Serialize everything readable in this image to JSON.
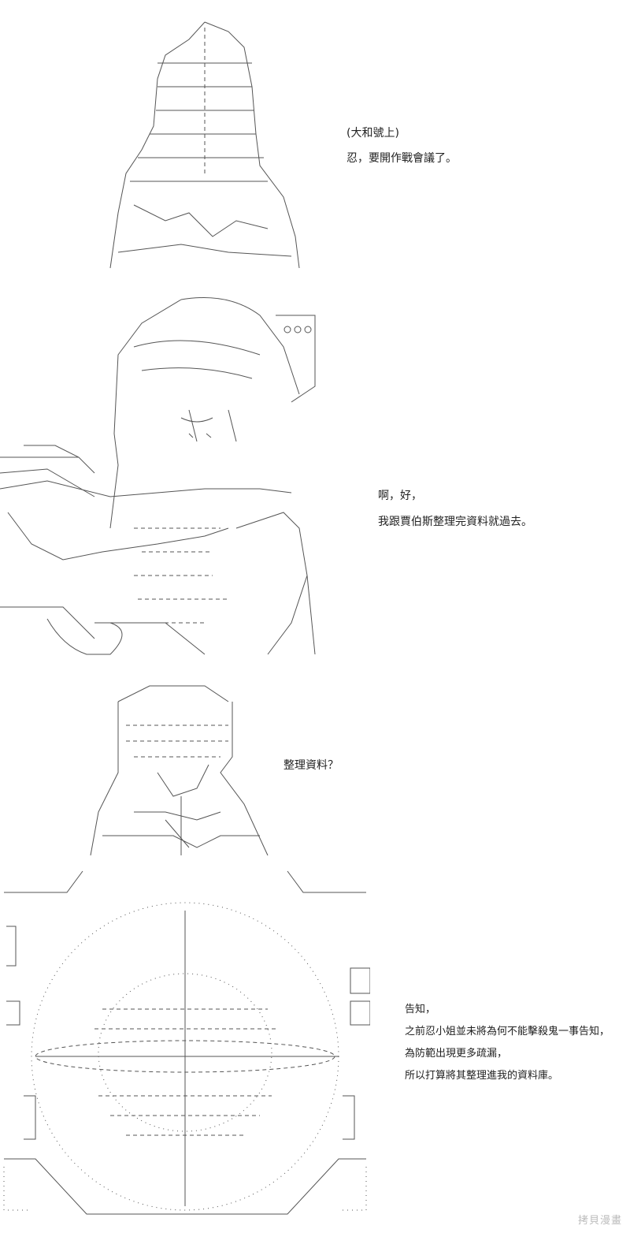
{
  "panels": [
    {
      "lines": [
        "(大和號上)",
        "忍，要開作戰會議了。"
      ]
    },
    {
      "lines": [
        "啊，好，",
        "我跟賈伯斯整理完資料就過去。"
      ]
    },
    {
      "lines": [
        "整理資料？"
      ]
    },
    {
      "lines": [
        "告知，",
        "之前忍小姐並未將為何不能擊殺鬼一事告知，",
        "為防範出現更多疏漏，",
        "所以打算將其整理進我的資料庫。"
      ]
    }
  ],
  "watermark": "拷貝漫畫"
}
